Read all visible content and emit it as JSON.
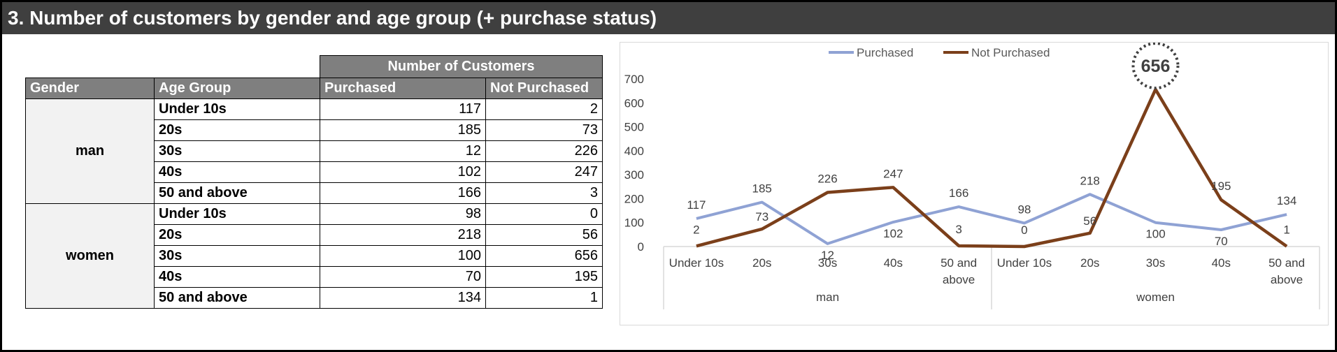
{
  "title": "3. Number of customers by gender and age group (+ purchase status)",
  "table": {
    "group_header": "Number of Customers",
    "columns": [
      "Gender",
      "Age Group",
      "Purchased",
      "Not Purchased"
    ],
    "groups": [
      {
        "gender": "man",
        "rows": [
          {
            "age": "Under 10s",
            "purchased": "117",
            "not_purchased": "2"
          },
          {
            "age": "20s",
            "purchased": "185",
            "not_purchased": "73"
          },
          {
            "age": "30s",
            "purchased": "12",
            "not_purchased": "226"
          },
          {
            "age": "40s",
            "purchased": "102",
            "not_purchased": "247"
          },
          {
            "age": "50 and above",
            "purchased": "166",
            "not_purchased": "3"
          }
        ]
      },
      {
        "gender": "women",
        "rows": [
          {
            "age": "Under 10s",
            "purchased": "98",
            "not_purchased": "0"
          },
          {
            "age": "20s",
            "purchased": "218",
            "not_purchased": "56"
          },
          {
            "age": "30s",
            "purchased": "100",
            "not_purchased": "656"
          },
          {
            "age": "40s",
            "purchased": "70",
            "not_purchased": "195"
          },
          {
            "age": "50 and above",
            "purchased": "134",
            "not_purchased": "1"
          }
        ]
      }
    ]
  },
  "colors": {
    "purchased": "#8fa2d4",
    "not_purchased": "#7b3f1a",
    "title_bg": "#3f3f3f",
    "header_bg": "#7f7f7f"
  },
  "chart_data": {
    "type": "line",
    "categories": [
      "Under 10s",
      "20s",
      "30s",
      "40s",
      "50 and above",
      "Under 10s",
      "20s",
      "30s",
      "40s",
      "50 and above"
    ],
    "category_labels": [
      [
        "Under 10s"
      ],
      [
        "20s"
      ],
      [
        "30s"
      ],
      [
        "40s"
      ],
      [
        "50 and",
        "above"
      ],
      [
        "Under 10s"
      ],
      [
        "20s"
      ],
      [
        "30s"
      ],
      [
        "40s"
      ],
      [
        "50 and",
        "above"
      ]
    ],
    "groups": [
      {
        "name": "man",
        "span": 5
      },
      {
        "name": "women",
        "span": 5
      }
    ],
    "series": [
      {
        "name": "Purchased",
        "values": [
          117,
          185,
          12,
          102,
          166,
          98,
          218,
          100,
          70,
          134
        ]
      },
      {
        "name": "Not Purchased",
        "values": [
          2,
          73,
          226,
          247,
          3,
          0,
          56,
          656,
          195,
          1
        ]
      }
    ],
    "ylim": [
      0,
      700
    ],
    "yticks": [
      0,
      100,
      200,
      300,
      400,
      500,
      600,
      700
    ],
    "legend": "top",
    "grid": false,
    "highlight": {
      "series": "Not Purchased",
      "label": "656"
    }
  }
}
